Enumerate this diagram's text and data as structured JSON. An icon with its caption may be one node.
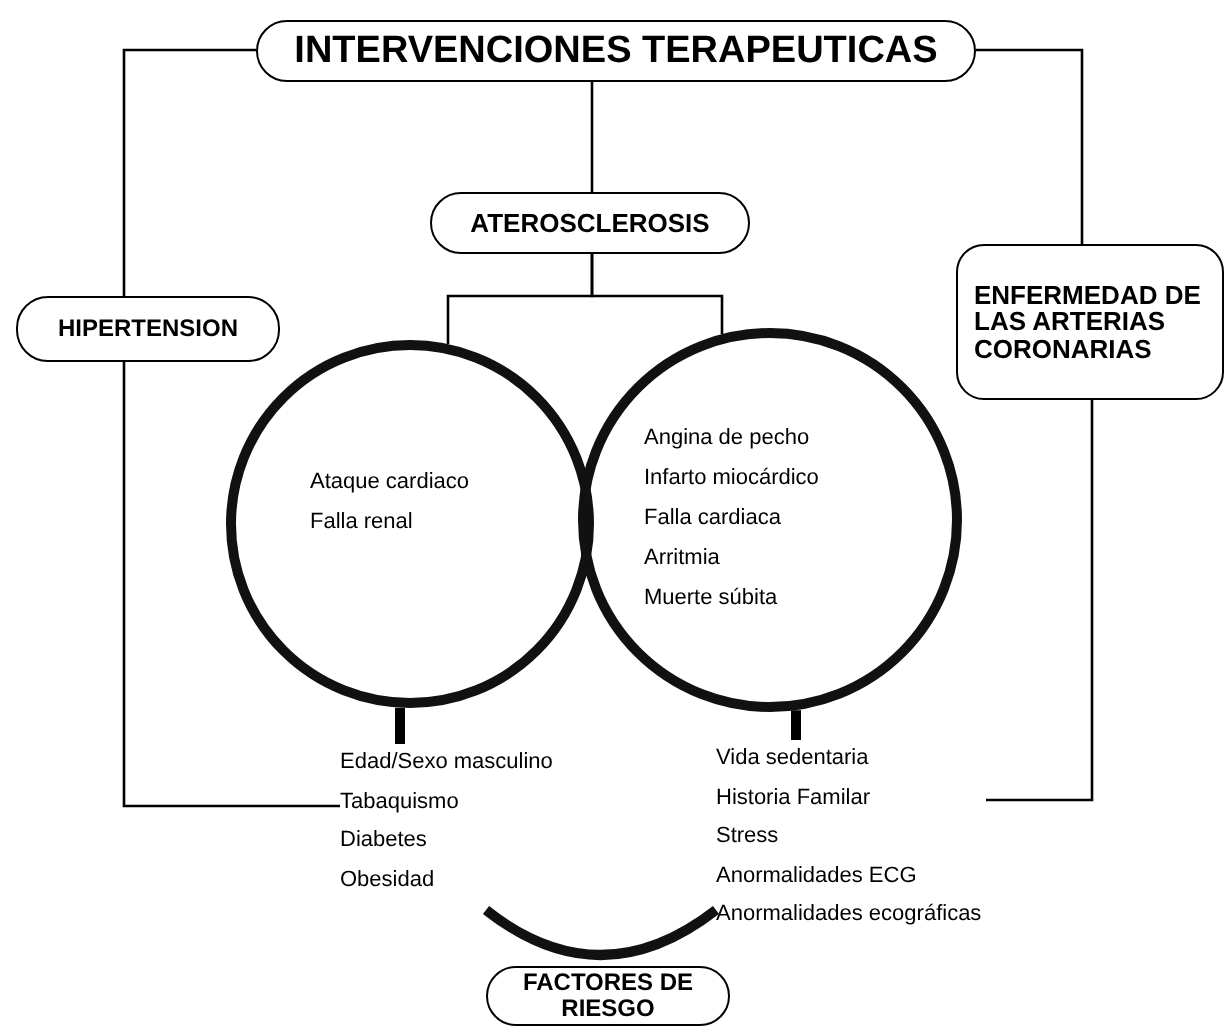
{
  "diagram": {
    "nodes": [
      {
        "text": [
          "INTERVENCIONES TERAPEUTICAS"
        ]
      },
      {
        "text": [
          "HIPERTENSION"
        ]
      },
      {
        "text": [
          "ATEROSCLEROSIS"
        ]
      },
      {
        "text": [
          "ENFERMEDAD DE LAS ARTERIAS CORONARIAS"
        ]
      },
      {
        "text": [
          "Ataque cardiaco",
          "Falla renal"
        ]
      },
      {
        "text": [
          "Angina de pecho",
          "Infarto miocárdico",
          "Falla cardiaca",
          "Arritmia",
          "Muerte súbita"
        ]
      },
      {
        "text": [
          "Edad/Sexo masculino",
          "Tabaquismo",
          "Diabetes",
          "Obesidad"
        ]
      },
      {
        "text": [
          "Vida sedentaria",
          "Historia Familar",
          "Stress",
          "Anormalidades ECG",
          "Anormalidades ecográficas"
        ]
      },
      {
        "text": [
          "FACTORES DE RIESGO"
        ]
      }
    ],
    "edges": [
      {
        "from": 0,
        "to": 1,
        "arrow": "none"
      },
      {
        "from": 0,
        "to": 2,
        "arrow": "none"
      },
      {
        "from": 0,
        "to": 3,
        "arrow": "none"
      },
      {
        "from": 2,
        "to": 4,
        "arrow": "none"
      },
      {
        "from": 2,
        "to": 5,
        "arrow": "none"
      },
      {
        "from": 1,
        "to": 6,
        "arrow": "none"
      },
      {
        "from": 3,
        "to": 7,
        "arrow": "none"
      },
      {
        "from": 4,
        "to": 6,
        "arrow": "none",
        "style": "thick"
      },
      {
        "from": 5,
        "to": 7,
        "arrow": "none",
        "style": "thick"
      }
    ]
  }
}
